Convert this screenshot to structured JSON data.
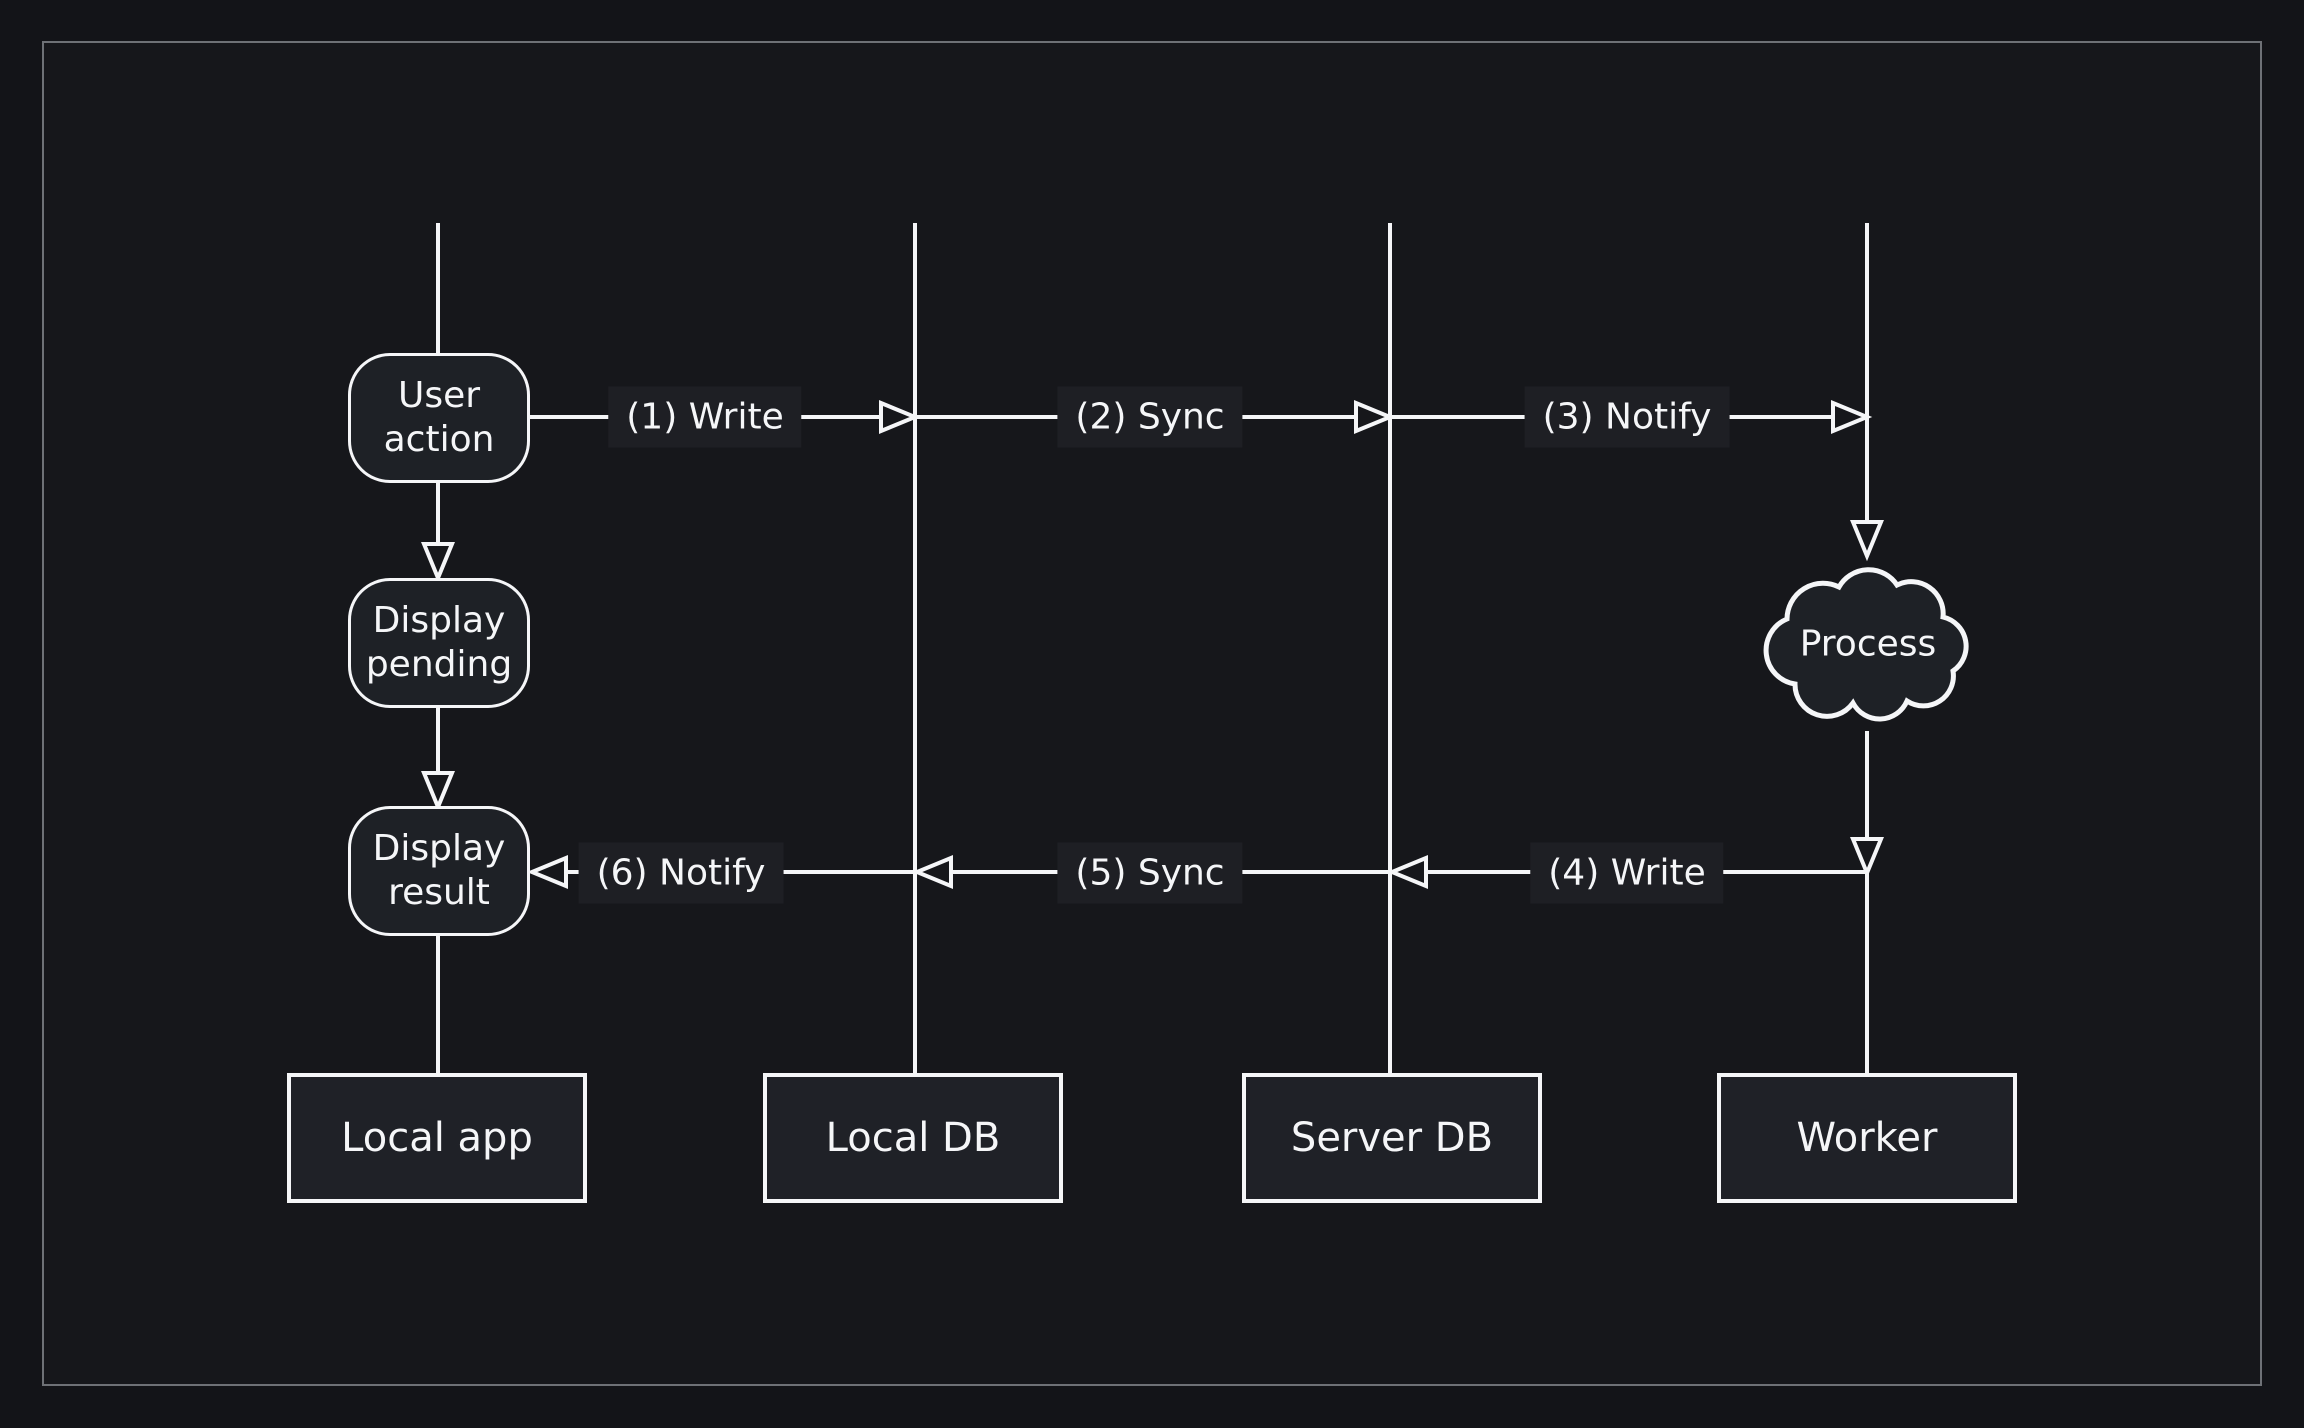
{
  "diagram_title": "",
  "colors": {
    "background": "#16171b",
    "stroke": "#f5f6f8",
    "frame_border": "#6e7176",
    "node_fill": "#1e2126",
    "label_fill": "#1e1f24",
    "actor_fill": "#1f2127"
  },
  "actors": [
    {
      "id": "local-app",
      "label": "Local app"
    },
    {
      "id": "local-db",
      "label": "Local DB"
    },
    {
      "id": "server-db",
      "label": "Server DB"
    },
    {
      "id": "worker",
      "label": "Worker"
    }
  ],
  "states": [
    {
      "id": "user-action",
      "label": "User action"
    },
    {
      "id": "display-pending",
      "label": "Display pending"
    },
    {
      "id": "display-result",
      "label": "Display result"
    }
  ],
  "process_node": {
    "id": "process",
    "label": "Process"
  },
  "messages": [
    {
      "label": "(1) Write",
      "from": "local-app",
      "to": "local-db",
      "direction": "right"
    },
    {
      "label": "(2) Sync",
      "from": "local-db",
      "to": "server-db",
      "direction": "right"
    },
    {
      "label": "(3) Notify",
      "from": "server-db",
      "to": "worker",
      "direction": "right"
    },
    {
      "label": "(4) Write",
      "from": "worker",
      "to": "server-db",
      "direction": "left"
    },
    {
      "label": "(5) Sync",
      "from": "server-db",
      "to": "local-db",
      "direction": "left"
    },
    {
      "label": "(6) Notify",
      "from": "local-db",
      "to": "local-app",
      "direction": "left"
    }
  ]
}
